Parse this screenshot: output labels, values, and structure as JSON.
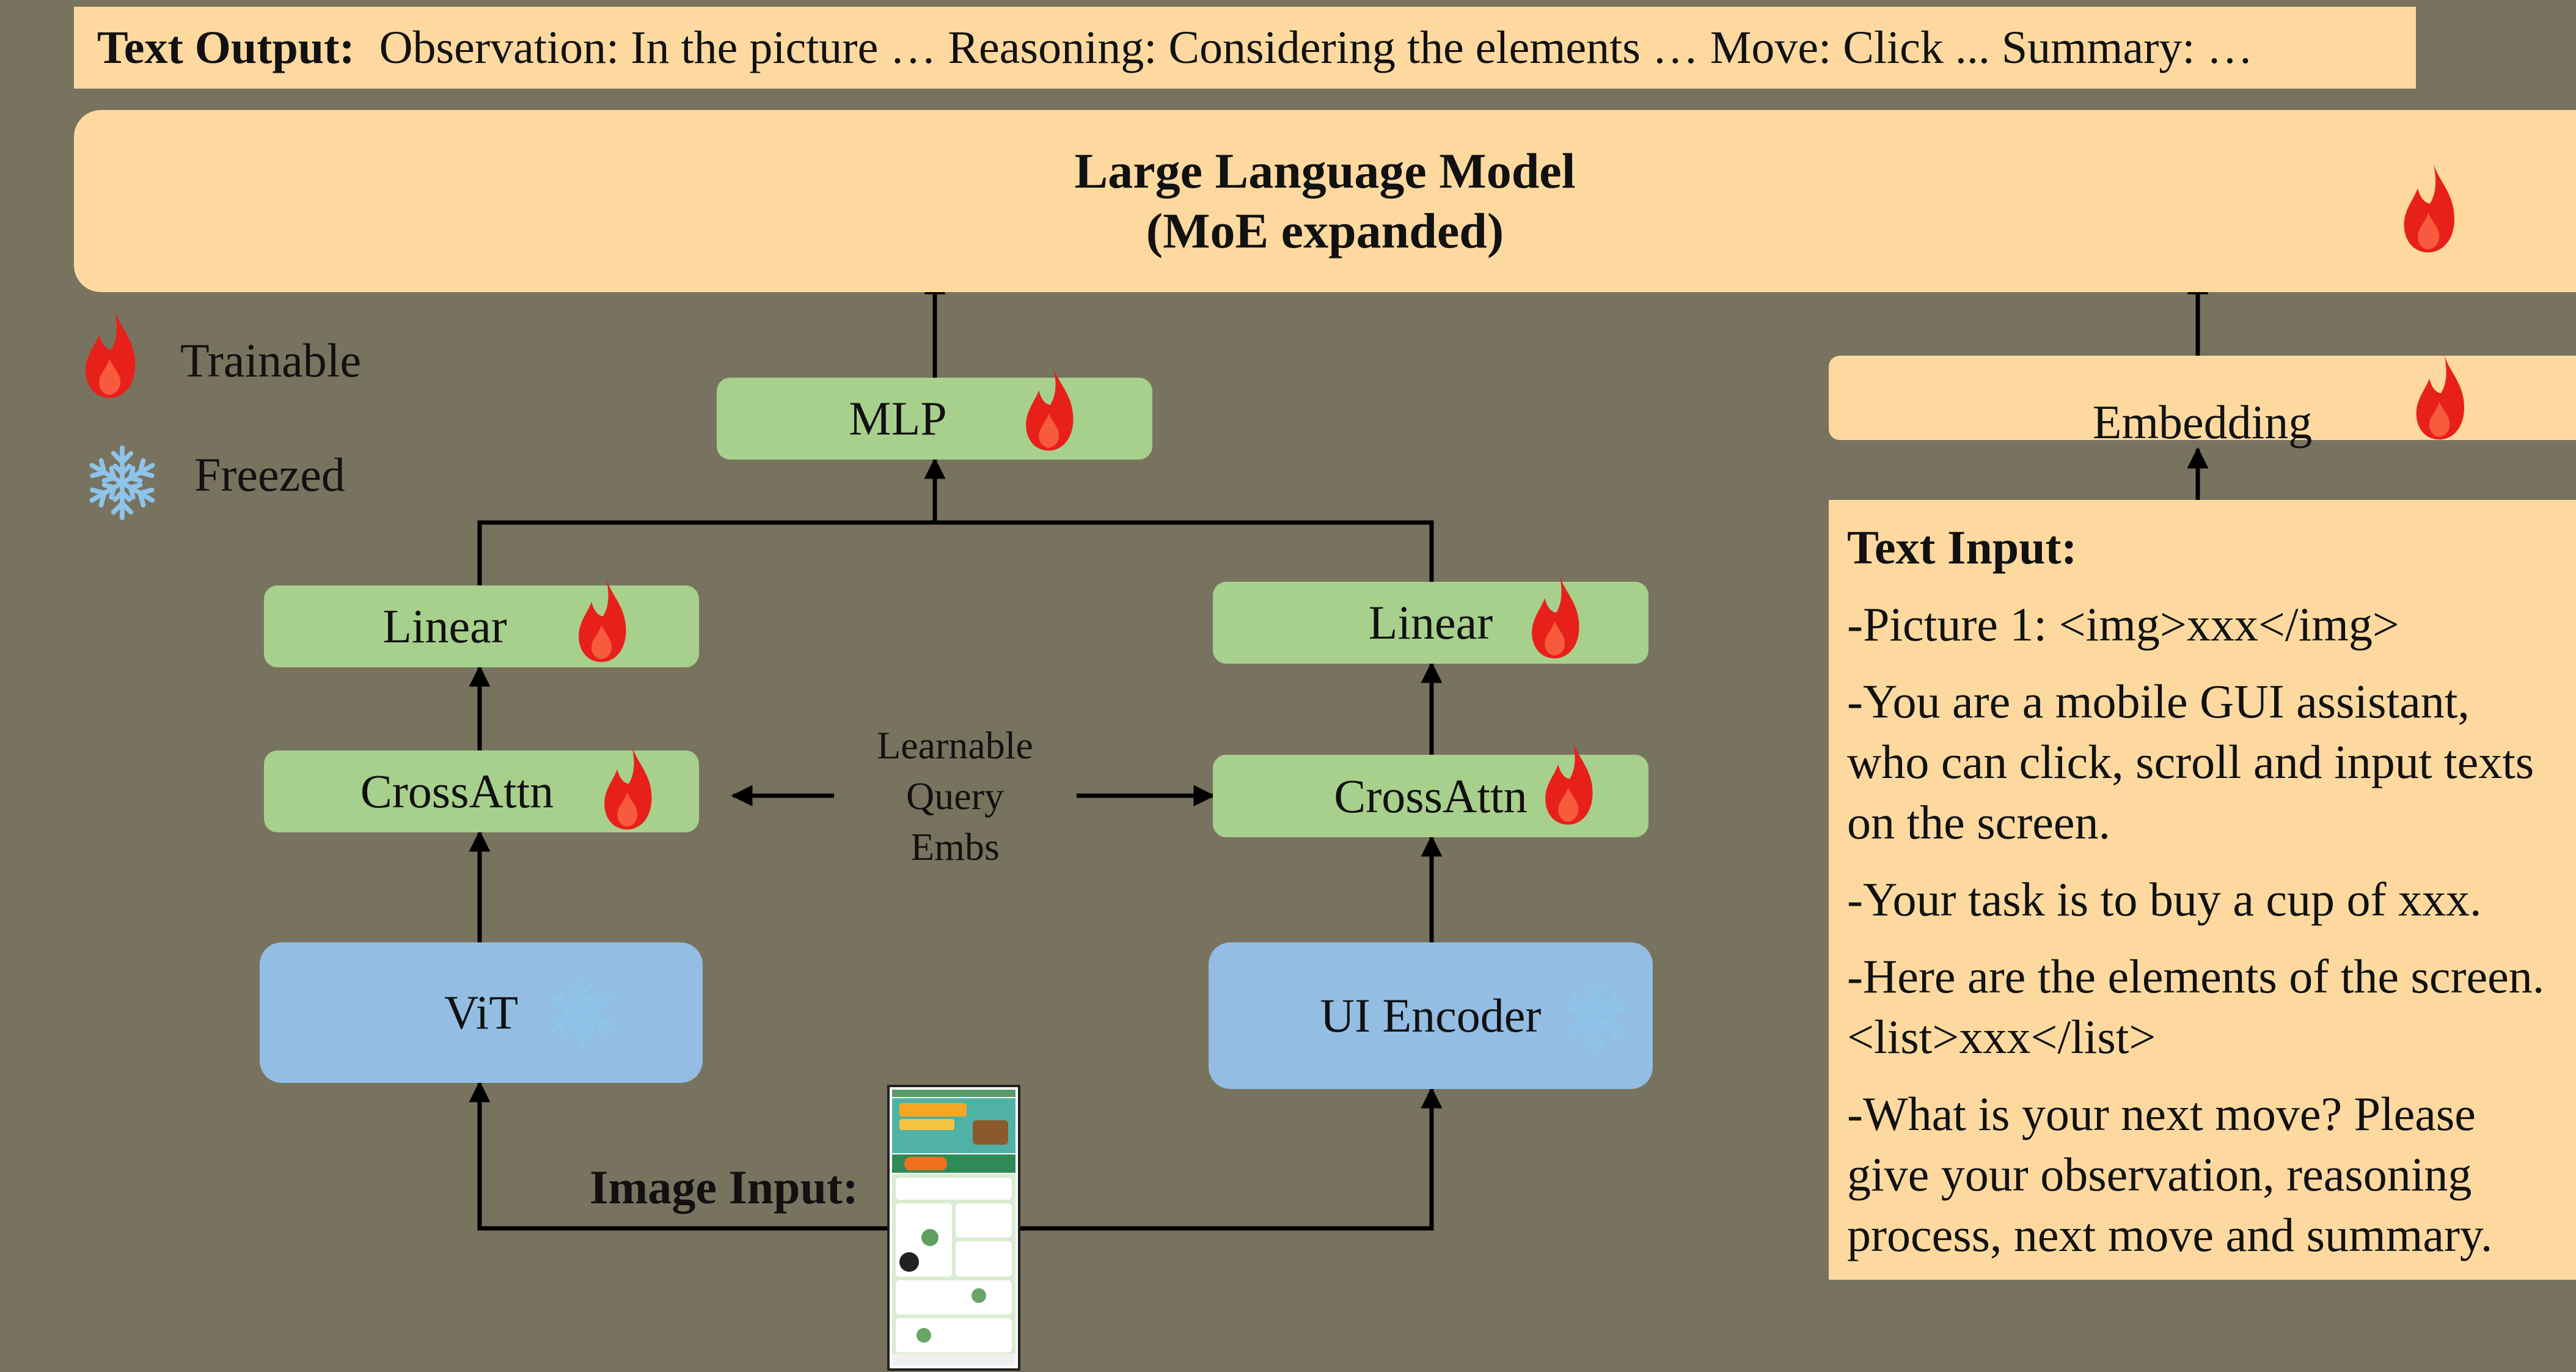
{
  "text_output": {
    "label": "Text Output:",
    "content": "Observation: In the picture … Reasoning: Considering the elements … Move: Click ... Summary: …"
  },
  "llm": {
    "title_line1": "Large Language Model",
    "title_line2": "(MoE expanded)"
  },
  "legend": {
    "trainable_label": "Trainable",
    "freezed_label": "Freezed",
    "trainable_icon": "flame-icon",
    "freezed_icon": "snowflake-icon"
  },
  "blocks": {
    "mlp": "MLP",
    "linear_left": "Linear",
    "linear_right": "Linear",
    "crossattn_left": "CrossAttn",
    "crossattn_right": "CrossAttn",
    "vit": "ViT",
    "ui_encoder": "UI Encoder",
    "embedding": "Embedding"
  },
  "query_embs": {
    "line1": "Learnable",
    "line2": "Query",
    "line3": "Embs"
  },
  "image_input": {
    "label": "Image Input:"
  },
  "text_input": {
    "title": "Text Input:",
    "lines": [
      "-Picture 1: <img>xxx</img>",
      "-You are a mobile GUI assistant, who can click, scroll and input texts on the screen.",
      "-Your task is to buy a cup of xxx.",
      "-Here are the elements of the screen. <list>xxx</list>",
      "-What is your next move? Please give your observation, reasoning process, next move and summary."
    ]
  },
  "colors": {
    "background": "#78735e",
    "peach": "#fdd9a0",
    "green": "#a8d08d",
    "blue": "#93bde3",
    "flame": "#e8201a",
    "snowflake": "#8ec3ea"
  }
}
